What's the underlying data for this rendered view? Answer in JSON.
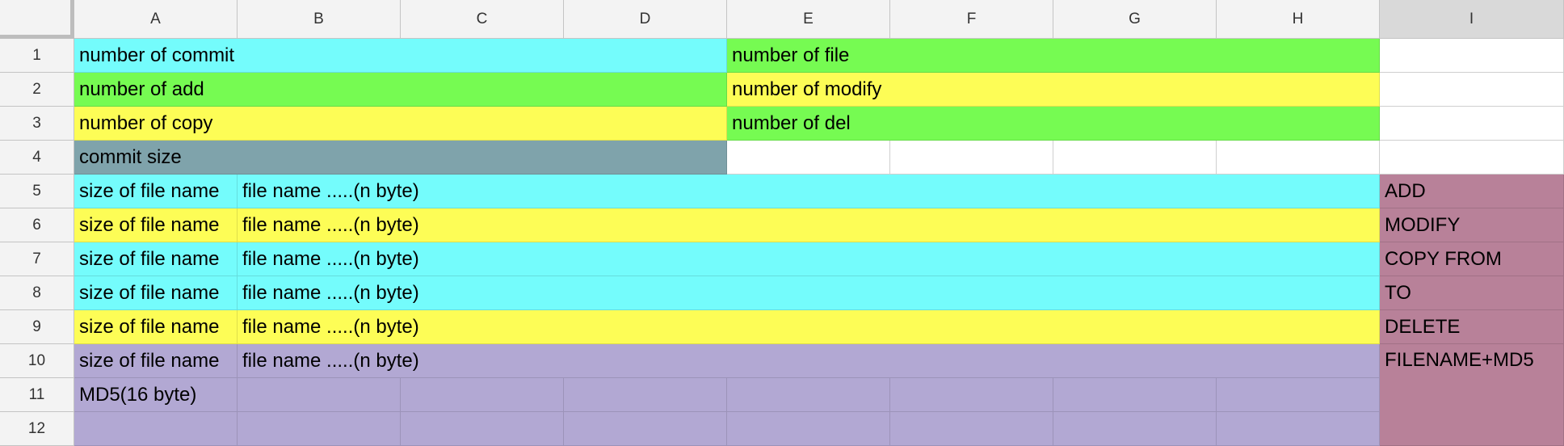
{
  "columns": [
    "A",
    "B",
    "C",
    "D",
    "E",
    "F",
    "G",
    "H",
    "I"
  ],
  "rows": [
    "1",
    "2",
    "3",
    "4",
    "5",
    "6",
    "7",
    "8",
    "9",
    "10",
    "11",
    "12"
  ],
  "selected_column": "I",
  "colors": {
    "cyan": "#74fcfc",
    "green": "#76fb52",
    "yellow": "#fdfd56",
    "slate": "#7fa3ab",
    "lavender": "#b2a8d3",
    "mauve": "#b88199",
    "white": "#ffffff"
  },
  "cells": [
    {
      "ref": "A1:D1",
      "text": "number of commit",
      "color": "cyan"
    },
    {
      "ref": "E1:H1",
      "text": "number of file",
      "color": "green"
    },
    {
      "ref": "I1",
      "text": "",
      "color": "white"
    },
    {
      "ref": "A2:D2",
      "text": "number of add",
      "color": "green"
    },
    {
      "ref": "E2:H2",
      "text": "number of modify",
      "color": "yellow"
    },
    {
      "ref": "I2",
      "text": "",
      "color": "white"
    },
    {
      "ref": "A3:D3",
      "text": "number of copy",
      "color": "yellow"
    },
    {
      "ref": "E3:H3",
      "text": "number of del",
      "color": "green"
    },
    {
      "ref": "I3",
      "text": "",
      "color": "white"
    },
    {
      "ref": "A4:D4",
      "text": "commit size",
      "color": "slate"
    },
    {
      "ref": "E4",
      "text": "",
      "color": "white"
    },
    {
      "ref": "F4",
      "text": "",
      "color": "white"
    },
    {
      "ref": "G4",
      "text": "",
      "color": "white"
    },
    {
      "ref": "H4",
      "text": "",
      "color": "white"
    },
    {
      "ref": "I4",
      "text": "",
      "color": "white"
    },
    {
      "ref": "A5",
      "text": "size of file name",
      "color": "cyan"
    },
    {
      "ref": "B5:H5",
      "text": "file name .....(n byte)",
      "color": "cyan"
    },
    {
      "ref": "I5",
      "text": "ADD",
      "color": "mauve"
    },
    {
      "ref": "A6",
      "text": "size of file name",
      "color": "yellow"
    },
    {
      "ref": "B6:H6",
      "text": "file name .....(n byte)",
      "color": "yellow"
    },
    {
      "ref": "I6",
      "text": "MODIFY",
      "color": "mauve"
    },
    {
      "ref": "A7",
      "text": "size of file name",
      "color": "cyan"
    },
    {
      "ref": "B7:H7",
      "text": "file name .....(n byte)",
      "color": "cyan"
    },
    {
      "ref": "I7",
      "text": "COPY FROM",
      "color": "mauve"
    },
    {
      "ref": "A8",
      "text": "size of file name",
      "color": "cyan"
    },
    {
      "ref": "B8:H8",
      "text": "file name .....(n byte)",
      "color": "cyan"
    },
    {
      "ref": "I8",
      "text": "TO",
      "color": "mauve"
    },
    {
      "ref": "A9",
      "text": "size of file name",
      "color": "yellow"
    },
    {
      "ref": "B9:H9",
      "text": "file name .....(n byte)",
      "color": "yellow"
    },
    {
      "ref": "I9",
      "text": "DELETE",
      "color": "mauve"
    },
    {
      "ref": "A10",
      "text": "size of file name",
      "color": "lavender"
    },
    {
      "ref": "B10:H10",
      "text": "file name .....(n byte)",
      "color": "lavender"
    },
    {
      "ref": "I10:I12",
      "text": "FILENAME+MD5",
      "color": "mauve",
      "align": "top"
    },
    {
      "ref": "A11",
      "text": "MD5(16 byte)",
      "color": "lavender"
    },
    {
      "ref": "B11",
      "text": "",
      "color": "lavender"
    },
    {
      "ref": "C11",
      "text": "",
      "color": "lavender"
    },
    {
      "ref": "D11",
      "text": "",
      "color": "lavender"
    },
    {
      "ref": "E11",
      "text": "",
      "color": "lavender"
    },
    {
      "ref": "F11",
      "text": "",
      "color": "lavender"
    },
    {
      "ref": "G11",
      "text": "",
      "color": "lavender"
    },
    {
      "ref": "H11",
      "text": "",
      "color": "lavender"
    },
    {
      "ref": "A12",
      "text": "",
      "color": "lavender"
    },
    {
      "ref": "B12",
      "text": "",
      "color": "lavender"
    },
    {
      "ref": "C12",
      "text": "",
      "color": "lavender"
    },
    {
      "ref": "D12",
      "text": "",
      "color": "lavender"
    },
    {
      "ref": "E12",
      "text": "",
      "color": "lavender"
    },
    {
      "ref": "F12",
      "text": "",
      "color": "lavender"
    },
    {
      "ref": "G12",
      "text": "",
      "color": "lavender"
    },
    {
      "ref": "H12",
      "text": "",
      "color": "lavender"
    }
  ]
}
